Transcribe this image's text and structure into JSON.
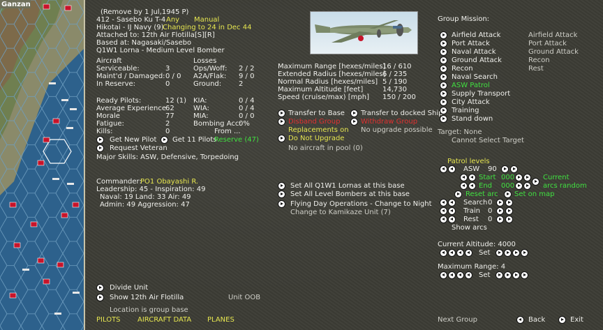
{
  "map": {
    "label": "Ganzan"
  },
  "unit": {
    "remove_by": "(Remove by  1 Jul,1945  P)",
    "designation": "412 - Sasebo Ku T-4",
    "any": "Any",
    "manual": "Manual",
    "hikotai": "Hikotai - IJ Navy (9)",
    "changing": "Changing to 24 in Dec 44",
    "attached": "Attached to: 12th Air Flotilla[S][R]",
    "based": "Based at:  Nagasaki/Sasebo",
    "aircraft_type": "Q1W1 Lorna - Medium Level Bomber"
  },
  "stats": {
    "aircraft_h": "Aircraft",
    "losses_h": "Losses",
    "rows": [
      {
        "a": "Serviceable:",
        "b": "3",
        "c": "Ops/Woff:",
        "d": "2 / 2"
      },
      {
        "a": "Maint'd / Damaged:",
        "b": "0 / 0",
        "c": "A2A/Flak:",
        "d": "9 / 0"
      },
      {
        "a": "In Reserve:",
        "b": "0",
        "c": "Ground:",
        "d": "2"
      }
    ],
    "pilot_rows": [
      {
        "a": "Ready Pilots:",
        "b": "12 (1)",
        "c": "KIA:",
        "d": "0 / 4"
      },
      {
        "a": "Average Experience",
        "b": "62",
        "c": "WIA:",
        "d": "0 / 4"
      },
      {
        "a": "Morale",
        "b": "77",
        "c": "MIA:",
        "d": "0 / 0"
      },
      {
        "a": "Fatigue:",
        "b": "2",
        "c": "Bombing Acc:",
        "d": "0%"
      },
      {
        "a": "Kills:",
        "b": "0",
        "c": "From ...",
        "d": ""
      }
    ]
  },
  "actions": {
    "get_new_pilot": "Get New Pilot",
    "get_pilots": "Get 11 Pilots",
    "reserve": "Reserve (47)",
    "request_veteran": "Request Veteran",
    "major_skills": "Major Skills: ASW, Defensive, Torpedoing"
  },
  "commander": {
    "label": "Commander:",
    "name": "PO1 Obayashi R.",
    "leadership": "Leadership: 45 - Inspiration: 49",
    "naval": "Naval: 19  Land: 33  Air: 49",
    "admin": "Admin: 49  Aggression: 47"
  },
  "performance": [
    {
      "k": "Maximum Range [hexes/miles]",
      "v": "16 / 610"
    },
    {
      "k": "Extended Radius [hexes/miles]",
      "v": "6 / 235"
    },
    {
      "k": "Normal Radius [hexes/miles]",
      "v": "5 / 190"
    },
    {
      "k": "Maximum Altitude [feet]",
      "v": "14,730"
    },
    {
      "k": "Speed (cruise/max) [mph]",
      "v": "150 / 200"
    }
  ],
  "transfer": {
    "to_base": "Transfer to Base",
    "to_ship": "Transfer to docked Ship",
    "disband": "Disband Group",
    "withdraw": "Withdraw Group",
    "replacements": "Replacements on",
    "no_upgrade_btn": "Do Not Upgrade",
    "no_upgrade_possible": "No upgrade possible",
    "no_aircraft": "No aircraft in pool (0)"
  },
  "set_all": {
    "lornas": "Set All Q1W1 Lornas at this base",
    "bombers": "Set All Level Bombers at this base",
    "flying": "Flying Day Operations - Change to Night",
    "kamikaze": "Change to Kamikaze Unit (7)"
  },
  "bottom": {
    "divide": "Divide Unit",
    "show_flotilla": "Show 12th Air Flotilla",
    "unit_oob": "Unit OOB",
    "location": "Location is group base",
    "pilots": "PILOTS",
    "aircraft_data": "AIRCRAFT DATA",
    "planes": "PLANES",
    "next_group": "Next Group",
    "back": "Back",
    "exit": "Exit"
  },
  "mission": {
    "title": "Group Mission:",
    "items": [
      "Airfield Attack",
      "Port Attack",
      "Naval Attack",
      "Ground Attack",
      "Recon",
      "Naval Search",
      "ASW Patrol",
      "Supply Transport",
      "City Attack",
      "Training",
      "Stand down"
    ],
    "secondary": [
      "Airfield Attack",
      "Port Attack",
      "Ground Attack",
      "Recon",
      "Rest"
    ],
    "target": "Target: None",
    "cannot_select": "Cannot Select Target"
  },
  "patrol": {
    "title": "Patrol levels",
    "asw_label": "ASW",
    "asw_val": "90",
    "start_label": "Start",
    "start_val": "000",
    "end_label": "End",
    "end_val": "000",
    "current": "Current",
    "arcs_random": "arcs random",
    "reset_arc": "Reset arc",
    "set_on_map": "Set on map",
    "search_label": "Search",
    "search_val": "0",
    "train_label": "Train",
    "train_val": "0",
    "rest_label": "Rest",
    "rest_val": "0",
    "show_arcs": "Show arcs"
  },
  "altitude": {
    "label": "Current Altitude: 4000",
    "set": "Set"
  },
  "range": {
    "label": "Maximum Range: 4",
    "set": "Set"
  }
}
